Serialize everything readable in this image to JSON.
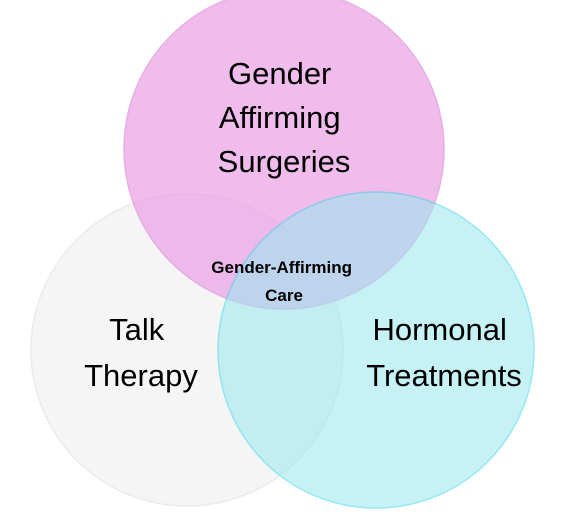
{
  "diagram": {
    "type": "venn",
    "sets": [
      {
        "id": "surgeries",
        "lines": [
          "Gender",
          "Affirming",
          "Surgeries"
        ],
        "fill": "#e9a3e6",
        "stroke": "#e08fdd"
      },
      {
        "id": "talk-therapy",
        "lines": [
          "Talk",
          "Therapy"
        ],
        "fill": "#f2f2f2",
        "stroke": "#e3e3e3"
      },
      {
        "id": "hormonal",
        "lines": [
          "Hormonal",
          "Treatments"
        ],
        "fill": "#99e9ef",
        "stroke": "#3fd6ec"
      }
    ],
    "intersection": {
      "lines": [
        "Gender-Affirming",
        "Care"
      ]
    }
  }
}
